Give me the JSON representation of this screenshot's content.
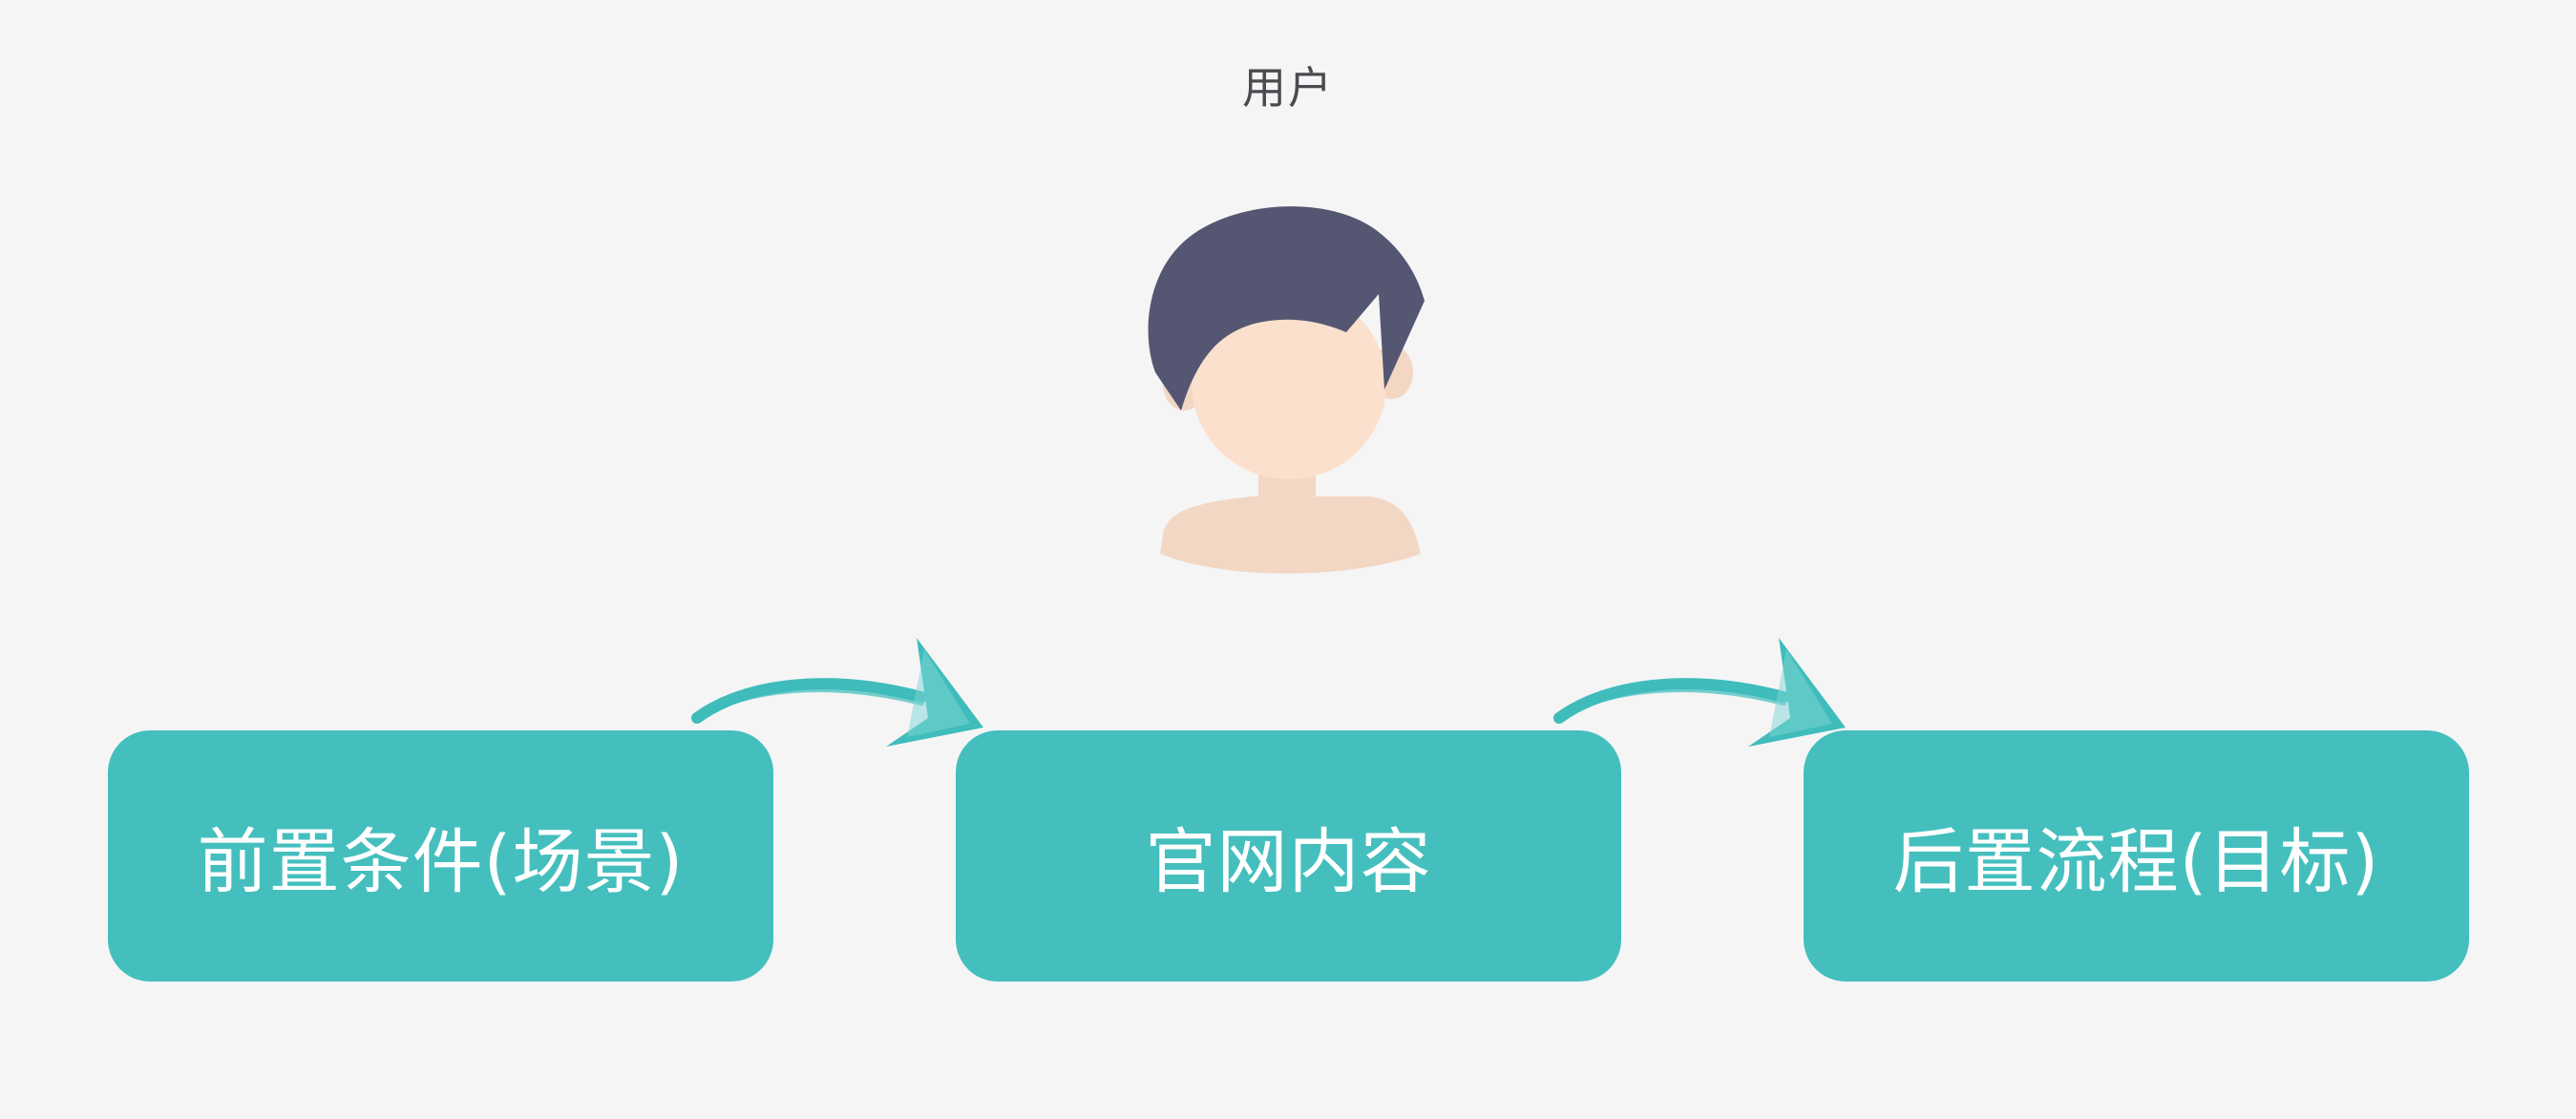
{
  "user": {
    "label": "用户"
  },
  "flow": {
    "steps": [
      {
        "label": "前置条件(场景)"
      },
      {
        "label": "官网内容"
      },
      {
        "label": "后置流程(目标)"
      }
    ]
  },
  "colors": {
    "background": "#f5f5f6",
    "box_fill": "#44bfbe",
    "arrow": "#3fbcbb",
    "hair": "#555672",
    "skin": "#fbe0cd",
    "body": "#f2d7c4"
  },
  "icons": {
    "avatar": "user-avatar-icon",
    "arrow": "curved-arrow-icon"
  }
}
